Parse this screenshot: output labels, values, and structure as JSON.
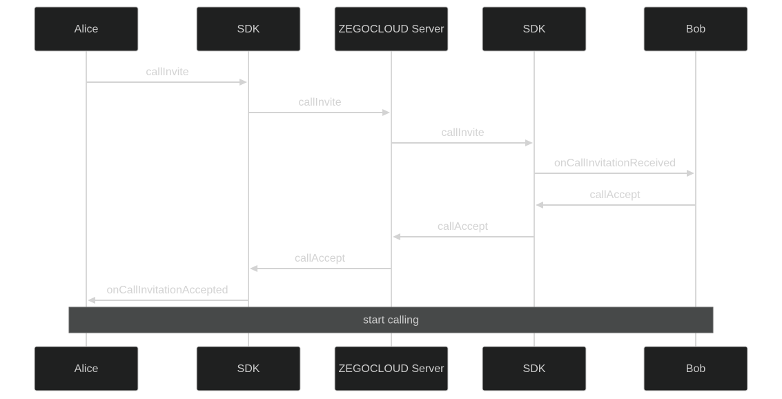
{
  "diagram": {
    "type": "sequence",
    "participants": [
      {
        "id": "alice",
        "label": "Alice"
      },
      {
        "id": "sdk1",
        "label": "SDK"
      },
      {
        "id": "server",
        "label": "ZEGOCLOUD Server"
      },
      {
        "id": "sdk2",
        "label": "SDK"
      },
      {
        "id": "bob",
        "label": "Bob"
      }
    ],
    "messages": [
      {
        "from": 0,
        "to": 1,
        "label": "callInvite"
      },
      {
        "from": 1,
        "to": 2,
        "label": "callInvite"
      },
      {
        "from": 2,
        "to": 3,
        "label": "callInvite"
      },
      {
        "from": 3,
        "to": 4,
        "label": "onCallInvitationReceived"
      },
      {
        "from": 4,
        "to": 3,
        "label": "callAccept"
      },
      {
        "from": 3,
        "to": 2,
        "label": "callAccept"
      },
      {
        "from": 2,
        "to": 1,
        "label": "callAccept"
      },
      {
        "from": 1,
        "to": 0,
        "label": "onCallInvitationAccepted"
      }
    ],
    "note": {
      "over_from": 0,
      "over_to": 4,
      "label": "start calling"
    }
  }
}
